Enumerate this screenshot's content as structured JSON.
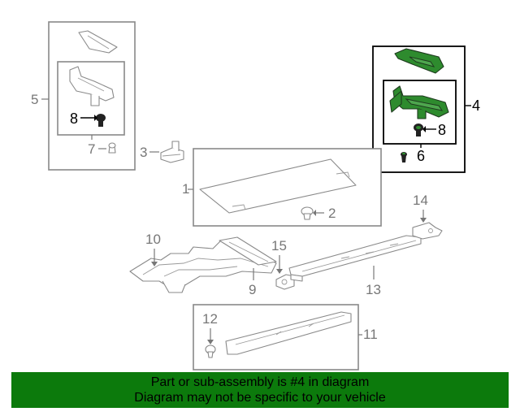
{
  "callouts": {
    "c1": "1",
    "c2": "2",
    "c3": "3",
    "c4": "4",
    "c5": "5",
    "c6": "6",
    "c7": "7",
    "c8a": "8",
    "c8b": "8",
    "c9": "9",
    "c10": "10",
    "c11": "11",
    "c12": "12",
    "c13": "13",
    "c14": "14",
    "c15": "15"
  },
  "highlight_color": "#2e8b2e",
  "banner": {
    "color": "#0c7a0c",
    "line1": "Part or sub-assembly is #4 in diagram",
    "line2": "Diagram may not be specific to your vehicle"
  }
}
